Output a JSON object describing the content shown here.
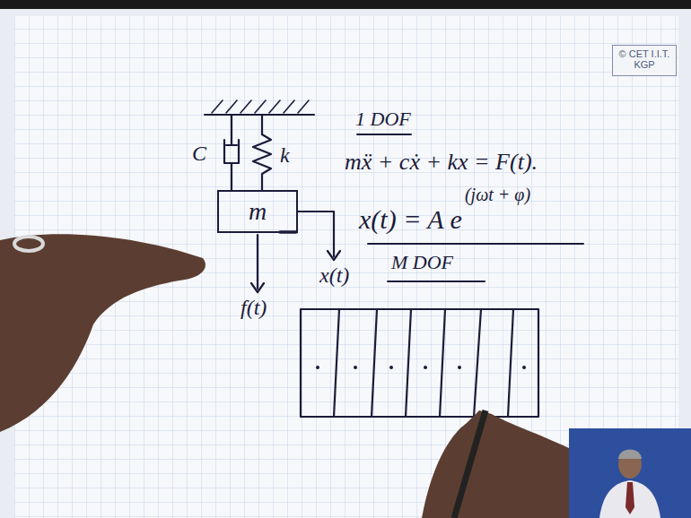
{
  "diagram": {
    "nodes": [
      {
        "text": [
          "© CET I.I.T. KGP"
        ]
      },
      {
        "text": [
          "m"
        ]
      }
    ],
    "labels": [
      "1 DOF",
      "mẍ + cẋ + kx = F(t).",
      "x(t) = A e",
      "(jωt + φ)",
      "C",
      "k",
      "x(t)",
      "f(t)",
      "M DOF"
    ]
  }
}
